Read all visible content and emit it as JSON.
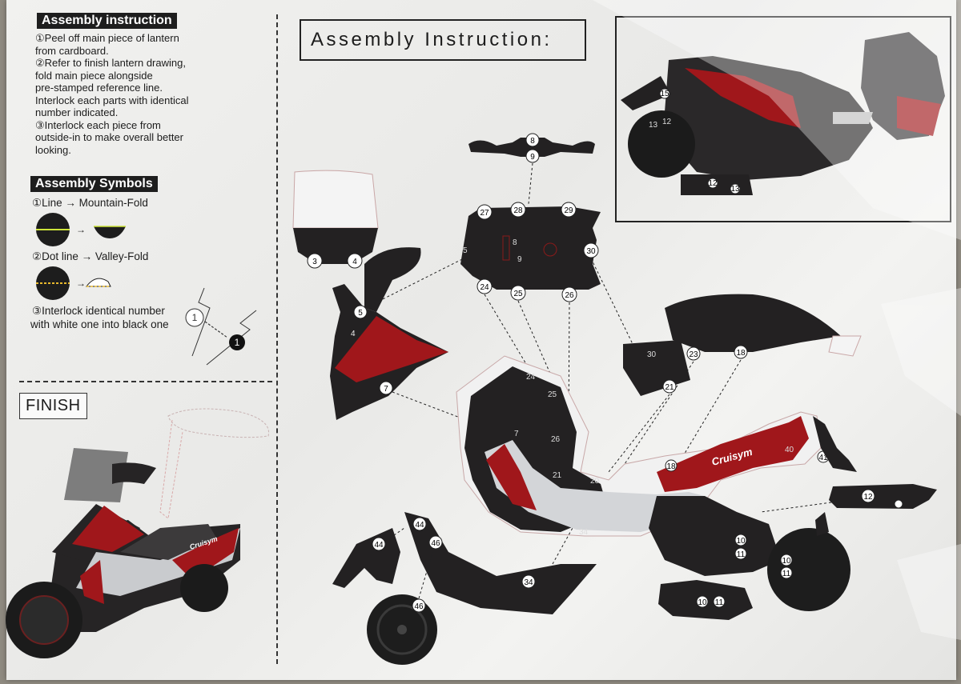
{
  "left_panel": {
    "instruction_heading": "Assembly instruction",
    "steps": [
      "①Peel off main piece of lantern",
      "from cardboard.",
      "②Refer to finish lantern drawing,",
      "fold main piece alongside",
      "pre-stamped reference line.",
      "Interlock each parts with identical",
      "number indicated.",
      "③Interlock each piece from",
      "outside-in to make overall better",
      "looking."
    ],
    "symbols_heading": "Assembly Symbols",
    "symbol_line": "①Line → Mountain-Fold",
    "symbol_dot": "②Dot line → Valley-Fold",
    "symbol_interlock_1": "③Interlock identical number",
    "symbol_interlock_2": "with white one into black one",
    "interlock_white_num": "1",
    "interlock_black_num": "1",
    "finish_label": "FINISH",
    "finish_logo": "Cruisym"
  },
  "main_panel": {
    "title": "Assembly Instruction:",
    "brand_logo": "Cruisym"
  },
  "part_numbers": {
    "handlebar": [
      "8",
      "9"
    ],
    "headlight": [
      "3",
      "4"
    ],
    "front_cowl": [
      "5",
      "4",
      "7"
    ],
    "dash": [
      "27",
      "28",
      "29",
      "30",
      "24",
      "25",
      "26",
      "5",
      "8",
      "9"
    ],
    "seat": [
      "30",
      "23",
      "21",
      "18"
    ],
    "body": [
      "24",
      "25",
      "26",
      "7",
      "21",
      "20",
      "18",
      "34",
      "40",
      "41"
    ],
    "tail": [
      "12"
    ],
    "fender": [
      "44",
      "46",
      "34",
      "44"
    ],
    "front_wheel": [
      "46"
    ],
    "rear": [
      "10",
      "11",
      "10",
      "11",
      "10",
      "11"
    ],
    "inset": [
      "13",
      "12",
      "12",
      "13",
      "15"
    ]
  },
  "colors": {
    "paper": "#efefed",
    "body_black": "#1f1d1e",
    "accent_red": "#b3171d",
    "silver": "#cfd1d4",
    "ink": "#1c1c1c"
  }
}
